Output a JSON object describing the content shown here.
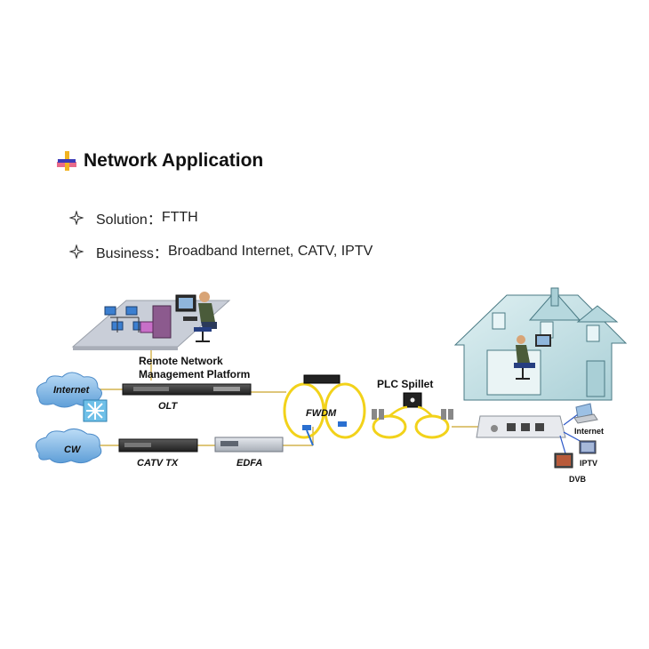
{
  "heading": {
    "title": "Network Application"
  },
  "bullets": [
    {
      "label": "Solution：",
      "value": "FTTH"
    },
    {
      "label": "Business：",
      "value": "Broadband Internet, CATV, IPTV"
    }
  ],
  "diagram": {
    "labels": {
      "platform_line1": "Remote Network",
      "platform_line2": "Management Platform",
      "internet_cloud": "Internet",
      "cw_cloud": "CW",
      "olt": "OLT",
      "catv_tx": "CATV TX",
      "edfa": "EDFA",
      "fwdm": "FWDM",
      "plc_splitter": "PLC Spillet",
      "home_internet": "Internet",
      "home_iptv": "IPTV",
      "home_dvb": "DVB"
    },
    "colors": {
      "cloud": "#7fb6e6",
      "fiber": "#f2d21a",
      "device": "#2d2d2d",
      "house": "#c8e3e8",
      "platform": "#c9ced8"
    }
  }
}
